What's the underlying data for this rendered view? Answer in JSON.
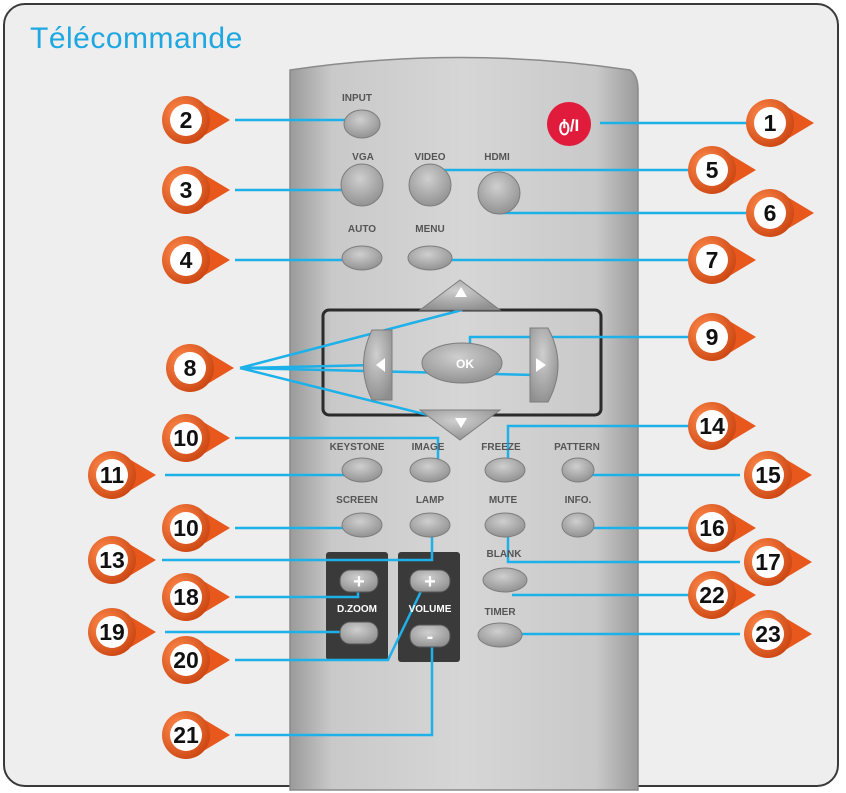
{
  "title": "Télécommande",
  "colors": {
    "title": "#1ea7e1",
    "callout": "#e8571c",
    "leader": "#1eb0e8",
    "power": "#e01b3c"
  },
  "buttons": {
    "input": "INPUT",
    "vga": "VGA",
    "video": "VIDEO",
    "hdmi": "HDMI",
    "auto": "AUTO",
    "menu": "MENU",
    "ok": "OK",
    "keystone": "KEYSTONE",
    "image": "IMAGE",
    "freeze": "FREEZE",
    "pattern": "PATTERN",
    "screen": "SCREEN",
    "lamp": "LAMP",
    "mute": "MUTE",
    "info": "INFO.",
    "blank": "BLANK",
    "timer": "TIMER",
    "dzoom": "D.ZOOM",
    "volume": "VOLUME",
    "plus": "+",
    "minus": "-",
    "power": "ტ/I"
  },
  "callouts": [
    "1",
    "2",
    "3",
    "4",
    "5",
    "6",
    "7",
    "8",
    "9",
    "10",
    "10",
    "11",
    "13",
    "14",
    "15",
    "16",
    "17",
    "18",
    "19",
    "20",
    "21",
    "22",
    "23"
  ]
}
